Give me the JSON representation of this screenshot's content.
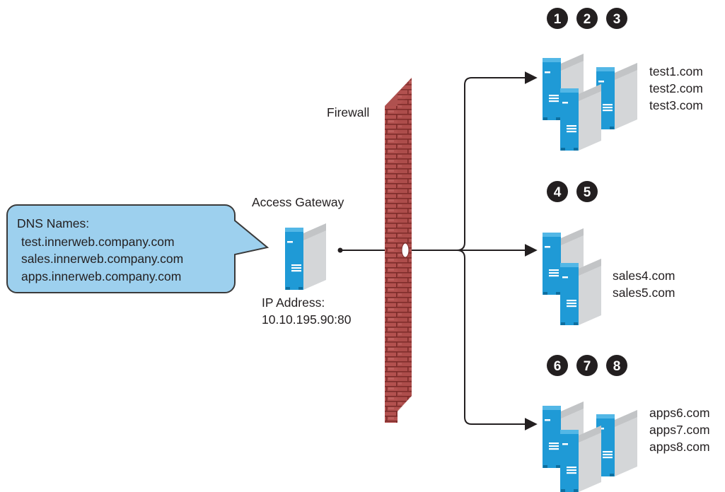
{
  "callout": {
    "heading": "DNS Names:",
    "names": [
      "test.innerweb.company.com",
      "sales.innerweb.company.com",
      "apps.innerweb.company.com"
    ],
    "fill": "#9dd0ee",
    "stroke": "#3a3a3a"
  },
  "gateway": {
    "title": "Access Gateway",
    "ip_label": "IP Address:",
    "ip_value": "10.10.195.90:80"
  },
  "firewall": {
    "label": "Firewall",
    "color": "#b04a48"
  },
  "server_groups": [
    {
      "badges": [
        "1",
        "2",
        "3"
      ],
      "sites": [
        "test1.com",
        "test2.com",
        "test3.com"
      ]
    },
    {
      "badges": [
        "4",
        "5"
      ],
      "sites": [
        "sales4.com",
        "sales5.com"
      ]
    },
    {
      "badges": [
        "6",
        "7",
        "8"
      ],
      "sites": [
        "apps6.com",
        "apps7.com",
        "apps8.com"
      ]
    }
  ],
  "colors": {
    "server_blue": "#1f9ad6",
    "server_gray": "#d4d6d8",
    "line": "#231f20",
    "badge": "#231f20"
  },
  "icons": {
    "server": "server-tower-icon",
    "badge": "numbered-badge-icon"
  }
}
